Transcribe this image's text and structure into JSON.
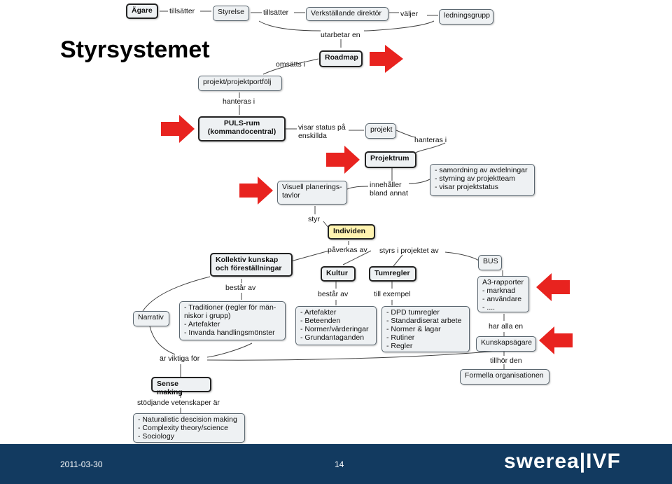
{
  "slide": {
    "title": "Styrsystemet"
  },
  "nodes": {
    "agare": "Ägare",
    "styrelse": "Styrelse",
    "vd": "Verkställande direktör",
    "ledningsgrupp": "ledningsgrupp",
    "roadmap": "Roadmap",
    "portfolj": "projekt/projektportfölj",
    "puls": "PULS-rum\n(kommandocentral)",
    "projekt": "projekt",
    "projektrum": "Projektrum",
    "projektrum_list": "- samordning av avdelningar\n- styrning av projektteam\n- visar projektstatus",
    "visuell": "Visuell planerings-\ntavlor",
    "individen": "Individen",
    "kollektiv": "Kollektiv kunskap\noch föreställningar",
    "kultur": "Kultur",
    "tumregler": "Tumregler",
    "bus": "BUS",
    "a3": "A3-rapporter\n- marknad\n- användare\n- ....",
    "narrativ": "Narrativ",
    "traditioner": "- Traditioner (regler för män-\n   niskor i grupp)\n- Artefakter\n- Invanda handlingsmönster",
    "artefakter": "- Artefakter\n- Beteenden\n- Normer/värderingar\n- Grundantaganden",
    "dpd": "- DPD tumregler\n- Standardiserat arbete\n- Normer & lagar\n- Rutiner\n- Regler",
    "kunskapsagare": "Kunskapsägare",
    "formella": "Formella organisationen",
    "sense": "Sense making",
    "naturalistic": "- Naturalistic descision making\n- Complexity theory/science\n- Sociology"
  },
  "links": {
    "tillsatter1": "tillsätter",
    "tillsatter2": "tillsätter",
    "valjer": "väljer",
    "utarbetar": "utarbetar en",
    "omsatts": "omsätts i",
    "hanteras1": "hanteras i",
    "visar": "visar status på\nenskillda",
    "hanteras2": "hanteras i",
    "innehaller": "innehåller\nbland annat",
    "styr": "styr",
    "paverkas": "påverkas av",
    "styrs": "styrs i projektet av",
    "bestar1": "består av",
    "bestar2": "består av",
    "exempel": "till exempel",
    "har_alla": "har alla en",
    "viktiga": "är viktiga för",
    "tillhor": "tillhör den",
    "stodjande": "stödjande vetenskaper är"
  },
  "footer": {
    "date": "2011-03-30",
    "page": "14",
    "logo": "swerea|IVF"
  },
  "colors": {
    "footer_bg": "#123a60",
    "arrow": "#e8231f",
    "highlight": "#fff3b0"
  }
}
